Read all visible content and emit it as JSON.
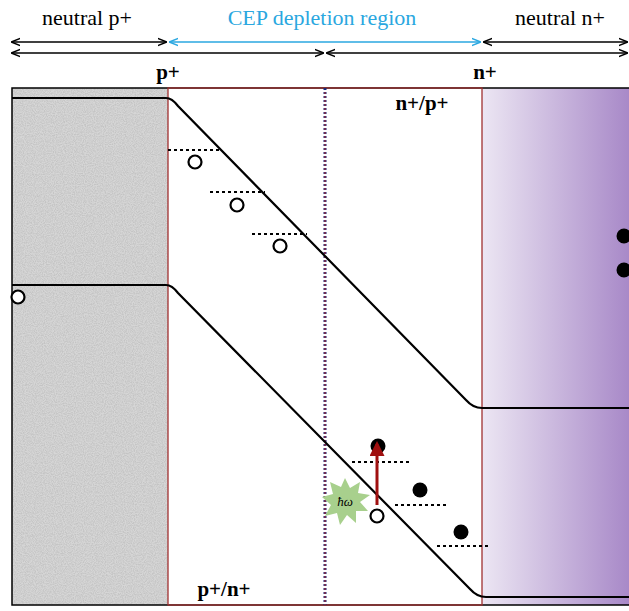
{
  "diagram": {
    "labels": [
      "neutral p+",
      "CEP depletion region",
      "neutral n+",
      "p+",
      "n+",
      "n+/p+",
      "p+/n+",
      "ħω"
    ]
  }
}
